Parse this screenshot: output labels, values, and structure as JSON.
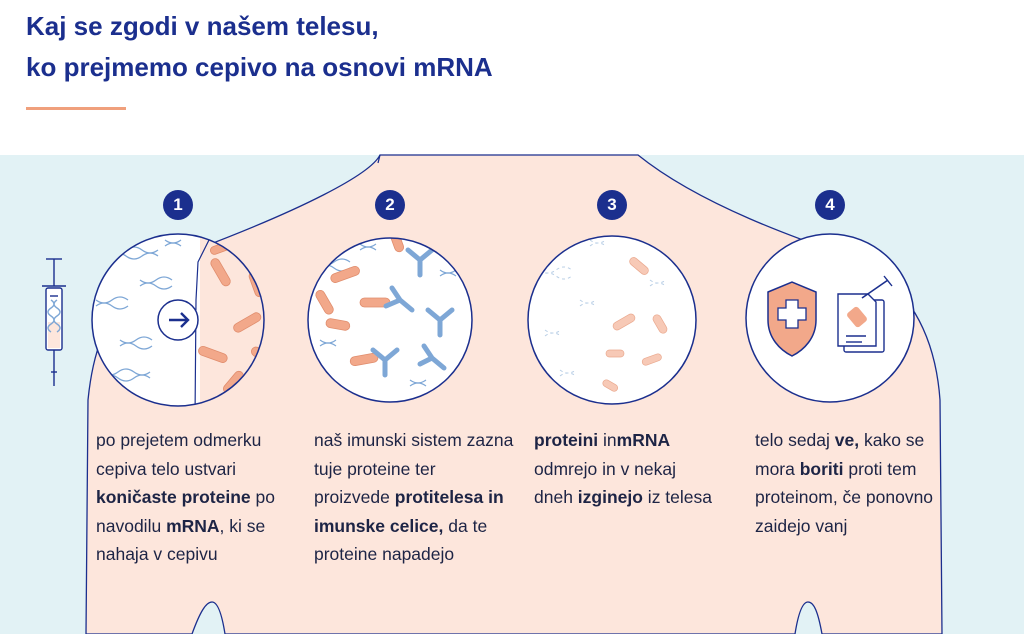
{
  "title": {
    "line1": "Kaj se zgodi v našem telesu,",
    "line2": "ko prejmemo cepivo na osnovi mRNA"
  },
  "colors": {
    "navy": "#1b2f8e",
    "body_fill": "#fde6dc",
    "background": "#e2f2f5",
    "protein": "#f2a88a",
    "antibody": "#7ea7d6",
    "accent_line": "#f0a07c"
  },
  "steps": [
    {
      "number": "1",
      "text": [
        {
          "t": "po prejetem odmerku cepiva telo ustvari ",
          "b": false
        },
        {
          "t": "koničaste proteine",
          "b": true
        },
        {
          "t": " po navodilu ",
          "b": false
        },
        {
          "t": "mRNA",
          "b": true
        },
        {
          "t": ", ki se nahaja v cepivu",
          "b": false
        }
      ]
    },
    {
      "number": "2",
      "text": [
        {
          "t": "naš imunski sistem zazna tuje proteine ter proizvede ",
          "b": false
        },
        {
          "t": "protitelesa in imunske celice,",
          "b": true
        },
        {
          "t": " da te proteine napadejo",
          "b": false
        }
      ]
    },
    {
      "number": "3",
      "text": [
        {
          "t": "proteini",
          "b": true
        },
        {
          "t": " in",
          "b": false
        },
        {
          "t": "mRNA",
          "b": true
        },
        {
          "t": " odmrejo in v nekaj dneh ",
          "b": false
        },
        {
          "t": "izginejo",
          "b": true
        },
        {
          "t": " iz telesa",
          "b": false
        }
      ]
    },
    {
      "number": "4",
      "text": [
        {
          "t": "telo sedaj ",
          "b": false
        },
        {
          "t": "ve,",
          "b": true
        },
        {
          "t": " kako se mora ",
          "b": false
        },
        {
          "t": "boriti",
          "b": true
        },
        {
          "t": " proti tem proteinom, če ponovno zaidejo vanj",
          "b": false
        }
      ]
    }
  ],
  "icons": [
    "syringe-icon",
    "arrow-right-icon",
    "shield-cross-icon",
    "document-syringe-icon"
  ]
}
